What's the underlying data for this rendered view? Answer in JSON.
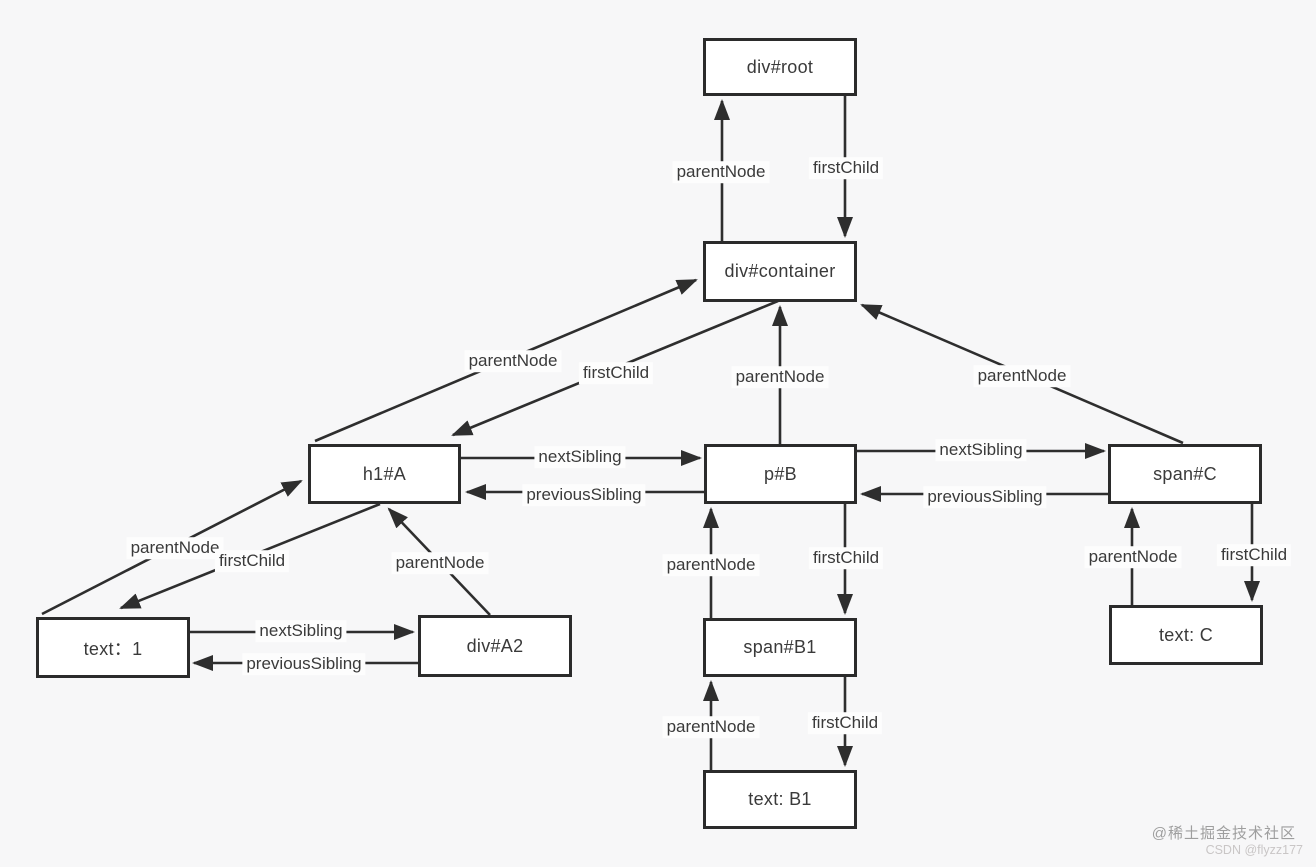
{
  "diagram_type": "dom-node-relationship-graph",
  "colors": {
    "background": "#f7f7f8",
    "line": "#2e2e2e",
    "node_fill": "#ffffff",
    "node_border": "#2b2b2b",
    "text": "#3a3a3a",
    "watermark_primary": "#9e9e9e",
    "watermark_secondary": "#c9c6c6"
  },
  "nodes": {
    "div_root": "div#root",
    "div_container": "div#container",
    "h1_a": "h1#A",
    "p_b": "p#B",
    "span_c": "span#C",
    "text_1": "text：1",
    "div_a2": "div#A2",
    "span_b1": "span#B1",
    "text_b1": "text: B1",
    "text_c": "text: C"
  },
  "relations": {
    "parent_node": "parentNode",
    "first_child": "firstChild",
    "next_sibling": "nextSibling",
    "previous_sibling": "previousSibling"
  },
  "edges": [
    {
      "from": "div_container",
      "to": "div_root",
      "label": "parentNode"
    },
    {
      "from": "div_root",
      "to": "div_container",
      "label": "firstChild"
    },
    {
      "from": "h1_a",
      "to": "div_container",
      "label": "parentNode"
    },
    {
      "from": "div_container",
      "to": "h1_a",
      "label": "firstChild"
    },
    {
      "from": "p_b",
      "to": "div_container",
      "label": "parentNode"
    },
    {
      "from": "span_c",
      "to": "div_container",
      "label": "parentNode"
    },
    {
      "from": "h1_a",
      "to": "p_b",
      "label": "nextSibling"
    },
    {
      "from": "p_b",
      "to": "h1_a",
      "label": "previousSibling"
    },
    {
      "from": "p_b",
      "to": "span_c",
      "label": "nextSibling"
    },
    {
      "from": "span_c",
      "to": "p_b",
      "label": "previousSibling"
    },
    {
      "from": "text_1",
      "to": "h1_a",
      "label": "parentNode"
    },
    {
      "from": "h1_a",
      "to": "text_1",
      "label": "firstChild"
    },
    {
      "from": "div_a2",
      "to": "h1_a",
      "label": "parentNode"
    },
    {
      "from": "text_1",
      "to": "div_a2",
      "label": "nextSibling"
    },
    {
      "from": "div_a2",
      "to": "text_1",
      "label": "previousSibling"
    },
    {
      "from": "span_b1",
      "to": "p_b",
      "label": "parentNode"
    },
    {
      "from": "p_b",
      "to": "span_b1",
      "label": "firstChild"
    },
    {
      "from": "text_b1",
      "to": "span_b1",
      "label": "parentNode"
    },
    {
      "from": "span_b1",
      "to": "text_b1",
      "label": "firstChild"
    },
    {
      "from": "text_c",
      "to": "span_c",
      "label": "parentNode"
    },
    {
      "from": "span_c",
      "to": "text_c",
      "label": "firstChild"
    }
  ],
  "watermarks": {
    "juejin": "@稀土掘金技术社区",
    "csdn": "CSDN @flyzz177"
  }
}
